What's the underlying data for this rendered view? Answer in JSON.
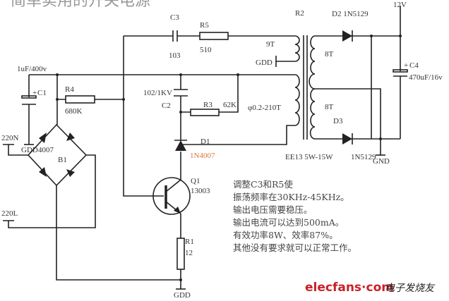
{
  "title": "简单实用的开关电源",
  "components": {
    "c1": {
      "name": "C1",
      "value": "1uF/400v"
    },
    "c2": {
      "name": "C2",
      "value": "102/1KV"
    },
    "c3": {
      "name": "C3",
      "value": "103"
    },
    "c4": {
      "name": "C4",
      "value": "470uF/16v"
    },
    "r1": {
      "name": "R1",
      "value": "12"
    },
    "r3": {
      "name": "R3",
      "value": "62K"
    },
    "r4": {
      "name": "R4",
      "value": "680K"
    },
    "r5": {
      "name": "R5",
      "value": "510"
    },
    "d1": {
      "name": "D1",
      "value": "1N4007"
    },
    "d2": {
      "label": "D2 1N5129"
    },
    "d3": {
      "name": "D3",
      "value": "1N5129"
    },
    "q1": {
      "name": "Q1",
      "value": "13003"
    },
    "b1": {
      "name": "B1",
      "value": "4007"
    },
    "transformer": {
      "name": "R2",
      "primary_feedback": "9T",
      "primary": "φ0.2-210T",
      "secondary_top": "8T",
      "secondary_bottom": "8T",
      "core": "EE13 5W-15W"
    }
  },
  "nets": {
    "gdd": "GDD",
    "gnd": "GND",
    "v12": "12V",
    "ac_n": "220N",
    "ac_l": "220L"
  },
  "notes": [
    "调整C3和R5使",
    "振荡频率在30KHz-45KHz。",
    "输出电压需要稳压。",
    "输出电流可以达到500mA。",
    "有效功率8W、效率87%。",
    "其他没有要求就可以正常工作。"
  ],
  "watermark": {
    "brand": "elecfans·com",
    "cn": "电子发烧友",
    "color": "#c8202a"
  }
}
